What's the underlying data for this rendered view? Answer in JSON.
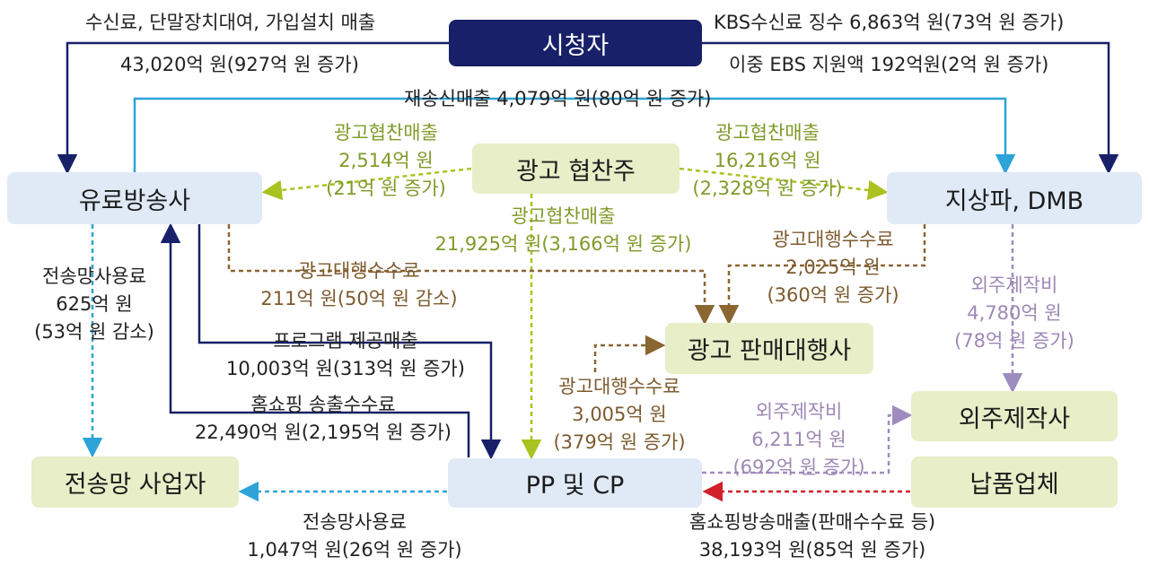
{
  "nodes": {
    "viewer": "시청자",
    "paid": "유료방송사",
    "advertiser": "광고 협찬주",
    "terrestrial": "지상파, DMB",
    "ad_agency": "광고 판매대행사",
    "outsourcing": "외주제작사",
    "transmission": "전송망 사업자",
    "pp_cp": "PP 및 CP",
    "supplier": "납품업체"
  },
  "flows": {
    "viewer_to_paid": {
      "line1": "수신료, 단말장치대여, 가입설치 매출",
      "line2": "43,020억 원(927억 원 증가)"
    },
    "viewer_to_terrestrial": {
      "line1": "KBS수신료 징수 6,863억 원(73억 원 증가)",
      "line2": "이중 EBS 지원액 192억원(2억 원 증가)"
    },
    "retransmission": {
      "line1": "재송신매출 4,079억 원(80억 원 증가)"
    },
    "ad_to_paid": {
      "line1": "광고협찬매출",
      "line2": "2,514억 원",
      "line3": "(21억 원 증가)"
    },
    "ad_to_terrestrial": {
      "line1": "광고협찬매출",
      "line2": "16,216억 원",
      "line3": "(2,328억 원 증가)"
    },
    "ad_to_pp": {
      "line1": "광고협찬매출",
      "line2": "21,925억 원(3,166억 원 증가)"
    },
    "agency_fee_paid": {
      "line1": "광고대행수수료",
      "line2": "211억 원(50억 원 감소)"
    },
    "agency_fee_terrestrial": {
      "line1": "광고대행수수료",
      "line2": "2,025억 원",
      "line3": "(360억 원 증가)"
    },
    "agency_fee_pp": {
      "line1": "광고대행수수료",
      "line2": "3,005억 원",
      "line3": "(379억 원 증가)"
    },
    "outsourcing_terrestrial": {
      "line1": "외주제작비",
      "line2": "4,780억 원",
      "line3": "(78억 원 증가)"
    },
    "outsourcing_pp": {
      "line1": "외주제작비",
      "line2": "6,211억 원",
      "line3": "(692억 원 증가)"
    },
    "transmission_paid": {
      "line1": "전송망사용료",
      "line2": "625억 원",
      "line3": "(53억 원 감소)"
    },
    "transmission_pp": {
      "line1": "전송망사용료",
      "line2": "1,047억 원(26억 원 증가)"
    },
    "program_supply": {
      "line1": "프로그램 제공매출",
      "line2": "10,003억 원(313억 원 증가)"
    },
    "homeshopping_fee": {
      "line1": "홈쇼핑 송출수수료",
      "line2": "22,490억 원(2,195억 원 증가)"
    },
    "homeshopping_sales": {
      "line1": "홈쇼핑방송매출(판매수수료 등)",
      "line2": "38,193억 원(85억 원 증가)"
    }
  },
  "colors": {
    "navy": "#172068",
    "blue_line": "#2ea3d8",
    "green_line": "#a9c21f",
    "brown_line": "#8a6631",
    "purple_line": "#9f8cbf",
    "red_line": "#d0202a"
  }
}
